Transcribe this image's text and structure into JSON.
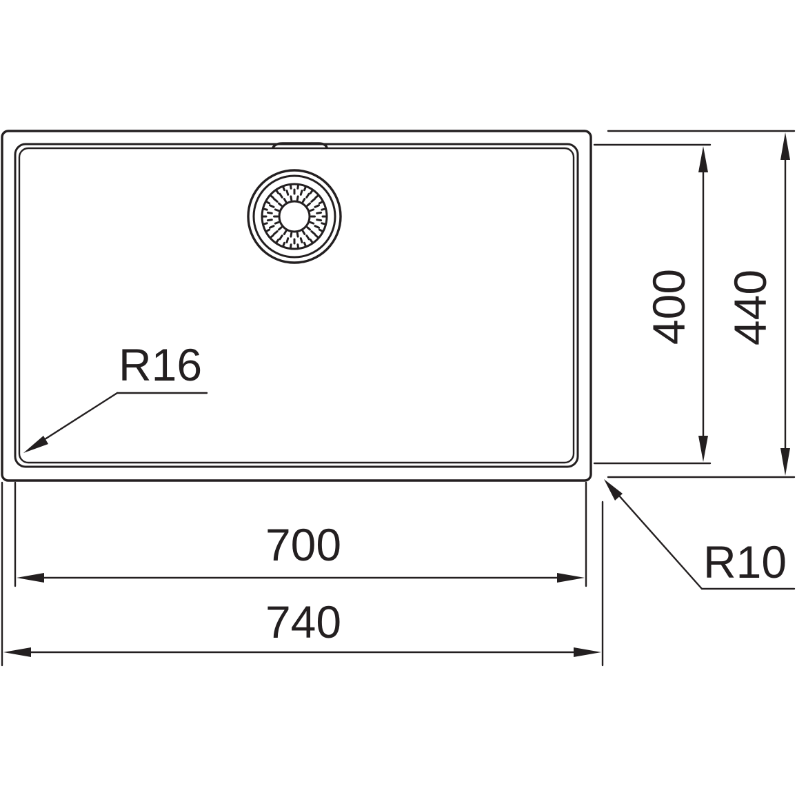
{
  "labels": {
    "outer_width": "740",
    "inner_width": "700",
    "outer_depth": "440",
    "inner_depth": "400",
    "bowl_corner_radius": "R16",
    "outer_corner_radius": "R10"
  },
  "colors": {
    "line": "#231f20",
    "background": "#ffffff"
  }
}
